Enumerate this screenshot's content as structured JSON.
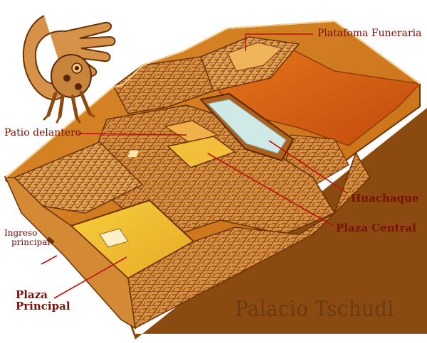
{
  "title": "Palacio Tschudi",
  "labels": {
    "plataforma": "Platafoma Funeraria",
    "patio": "Patio delantero",
    "huachaque": "Huachaque",
    "plaza_central": "Plaza Central",
    "ingreso_line1": "Ingreso",
    "ingreso_line2": "principal",
    "plaza_principal_line1": "Plaza",
    "plaza_principal_line2": "Principal"
  },
  "colors": {
    "label_text": "#7a1008",
    "leader_line": "#c01010",
    "title_text": "#6b3a12",
    "wall_light": "#f0b55a",
    "wall_dark": "#b05a10",
    "floor_orange": "#e07a1a",
    "floor_yellow": "#f2c230",
    "water": "#cfe9e6"
  },
  "icons": {
    "logo": "stylized-bird-hand-icon"
  }
}
